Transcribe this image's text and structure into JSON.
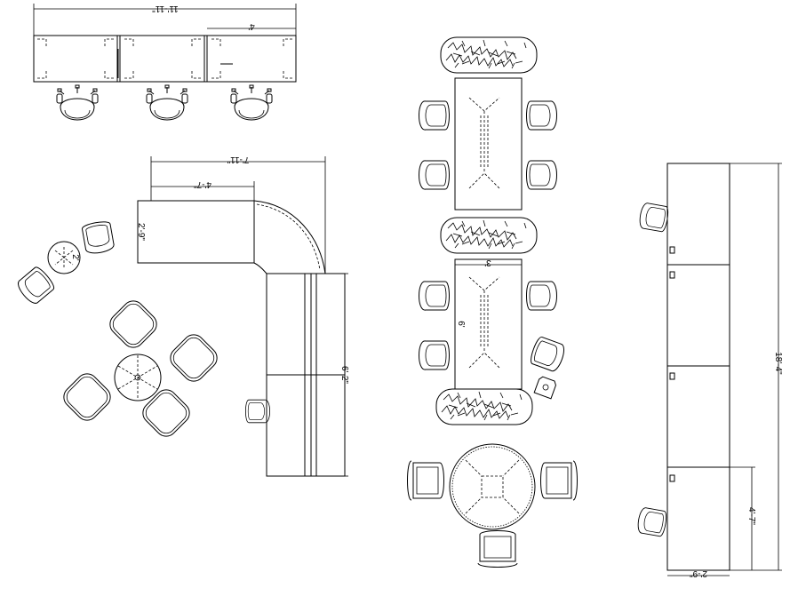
{
  "dimensions": {
    "desk_row_width": "11'-11\"",
    "desk_segment_width": "4'",
    "l_desk_overall": "7'-11\"",
    "l_desk_return": "4'-7\"",
    "l_desk_depth": "2'-9\"",
    "l_desk_side_length": "6'-2\"",
    "small_round_table": "2'",
    "conference_table_width": "3'",
    "conference_table_length": "6'",
    "storage_overall_length": "18'-4\"",
    "storage_section_length": "4'-7\"",
    "storage_depth": "2'-9\""
  },
  "icons": [
    "task-chair-icon",
    "guest-chair-icon",
    "lounge-seat-icon",
    "round-table-icon",
    "conference-table-icon",
    "planter-icon",
    "storage-cabinet-icon"
  ]
}
